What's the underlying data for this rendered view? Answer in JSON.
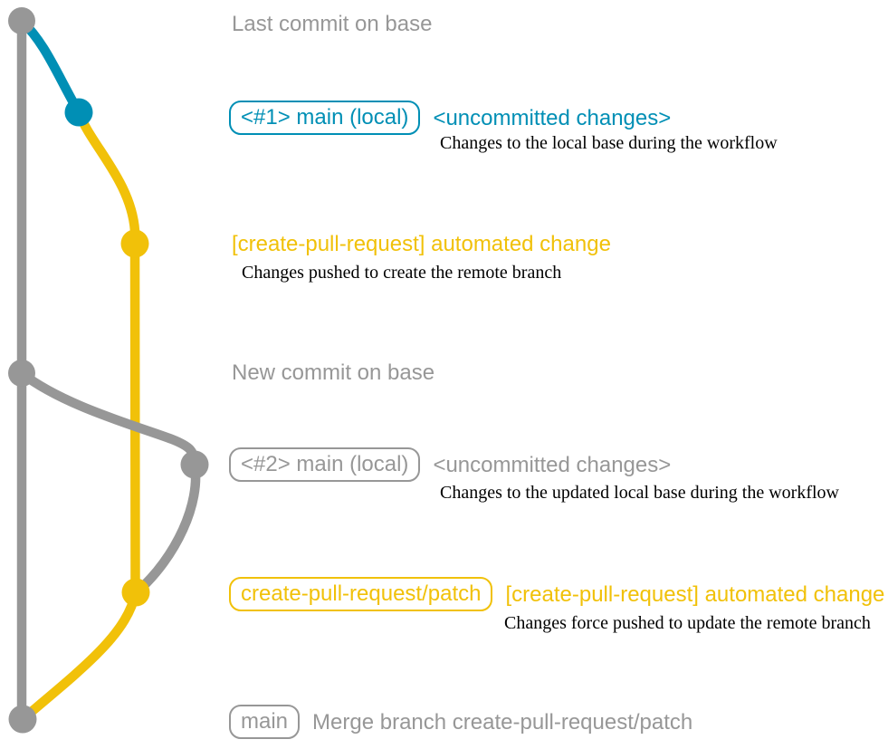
{
  "colors": {
    "base_gray": "#979797",
    "local_blue": "#008fb5",
    "branch_yellow": "#f1c109",
    "description_black": "#000000",
    "background": "#ffffff"
  },
  "rows": [
    {
      "label": "Last commit on base"
    },
    {
      "badge": "<#1> main (local)",
      "message": "<uncommitted changes>",
      "description": "Changes to the local base during the workflow"
    },
    {
      "message": "[create-pull-request] automated change",
      "description": "Changes pushed to create the remote branch"
    },
    {
      "label": "New commit on base"
    },
    {
      "badge": "<#2> main (local)",
      "message": "<uncommitted changes>",
      "description": "Changes to the updated local base during the workflow"
    },
    {
      "badge": "create-pull-request/patch",
      "message": "[create-pull-request] automated change",
      "description": "Changes force pushed to update the remote branch"
    },
    {
      "badge": "main",
      "message": "Merge branch create-pull-request/patch"
    }
  ]
}
